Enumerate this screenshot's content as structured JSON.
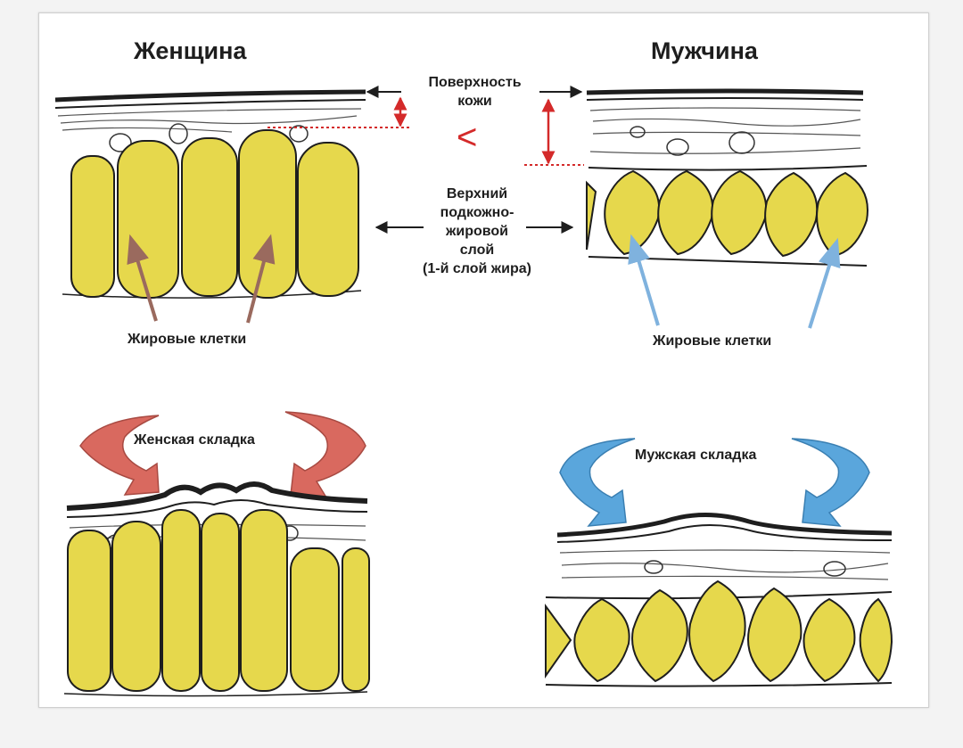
{
  "women": {
    "title": "Женщина",
    "cells_label": "Жировые клетки",
    "fold_label": "Женская складка"
  },
  "men": {
    "title": "Мужчина",
    "cells_label": "Жировые клетки",
    "fold_label": "Мужская складка"
  },
  "center": {
    "skin_line1": "Поверхность",
    "skin_line2": "кожи",
    "compare_sign": "<",
    "layer_line1": "Верхний",
    "layer_line2": "подкожно-",
    "layer_line3": "жировой",
    "layer_line4": "слой",
    "layer_line5": "(1-й слой жира)"
  },
  "colors": {
    "fat": "#e6d84c",
    "women_arrow": "#d9695f",
    "men_arrow": "#5aa6dc",
    "measure": "#d42a2a",
    "ink": "#1e1e1e"
  }
}
